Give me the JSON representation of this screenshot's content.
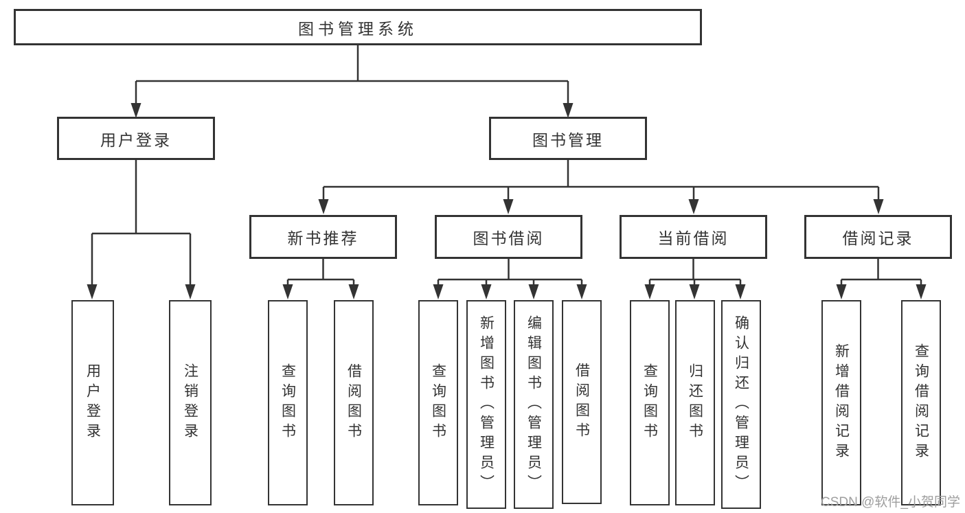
{
  "tree": {
    "root": {
      "label": "图书管理系统"
    },
    "branches": [
      {
        "label": "用户登录",
        "children": [
          {
            "label": "用户登录"
          },
          {
            "label": "注销登录"
          }
        ]
      },
      {
        "label": "图书管理",
        "children": [
          {
            "label": "新书推荐",
            "children": [
              {
                "label": "查询图书"
              },
              {
                "label": "借阅图书"
              }
            ]
          },
          {
            "label": "图书借阅",
            "children": [
              {
                "label": "查询图书"
              },
              {
                "label": "新增图书（管理员）"
              },
              {
                "label": "编辑图书（管理员）"
              },
              {
                "label": "借阅图书"
              }
            ]
          },
          {
            "label": "当前借阅",
            "children": [
              {
                "label": "查询图书"
              },
              {
                "label": "归还图书"
              },
              {
                "label": "确认归还（管理员）"
              }
            ]
          },
          {
            "label": "借阅记录",
            "children": [
              {
                "label": "新增借阅记录"
              },
              {
                "label": "查询借阅记录"
              }
            ]
          }
        ]
      }
    ]
  },
  "watermark": {
    "text": "CSDN @软件_小贺同学",
    "color": "#9e9e9e"
  },
  "colors": {
    "line": "#333333",
    "box_border": "#333333",
    "text": "#333333",
    "background": "#ffffff"
  }
}
